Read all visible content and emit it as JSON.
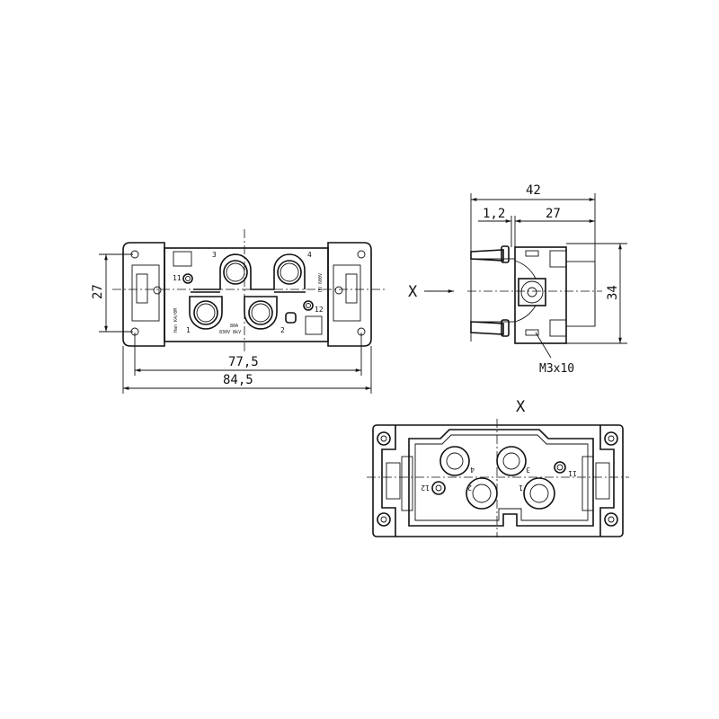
{
  "front_view": {
    "dim_height": "27",
    "dim_inner_width": "77,5",
    "dim_outer_width": "84,5",
    "contact_labels": [
      "1",
      "2",
      "3",
      "4",
      "11",
      "12"
    ],
    "marking_type": "Han K4/0M",
    "marking_rating_1": "80A",
    "marking_rating_2": "830V 8kV",
    "marking_cert": "ŊU 600V"
  },
  "side_view": {
    "view_marker": "X",
    "dim_total_length": "42",
    "dim_flange": "1,2",
    "dim_body_length": "27",
    "dim_height": "34",
    "screw_label": "M3x10"
  },
  "view_x": {
    "title": "X",
    "contact_labels": [
      "1",
      "2",
      "3",
      "4",
      "11",
      "12"
    ]
  }
}
